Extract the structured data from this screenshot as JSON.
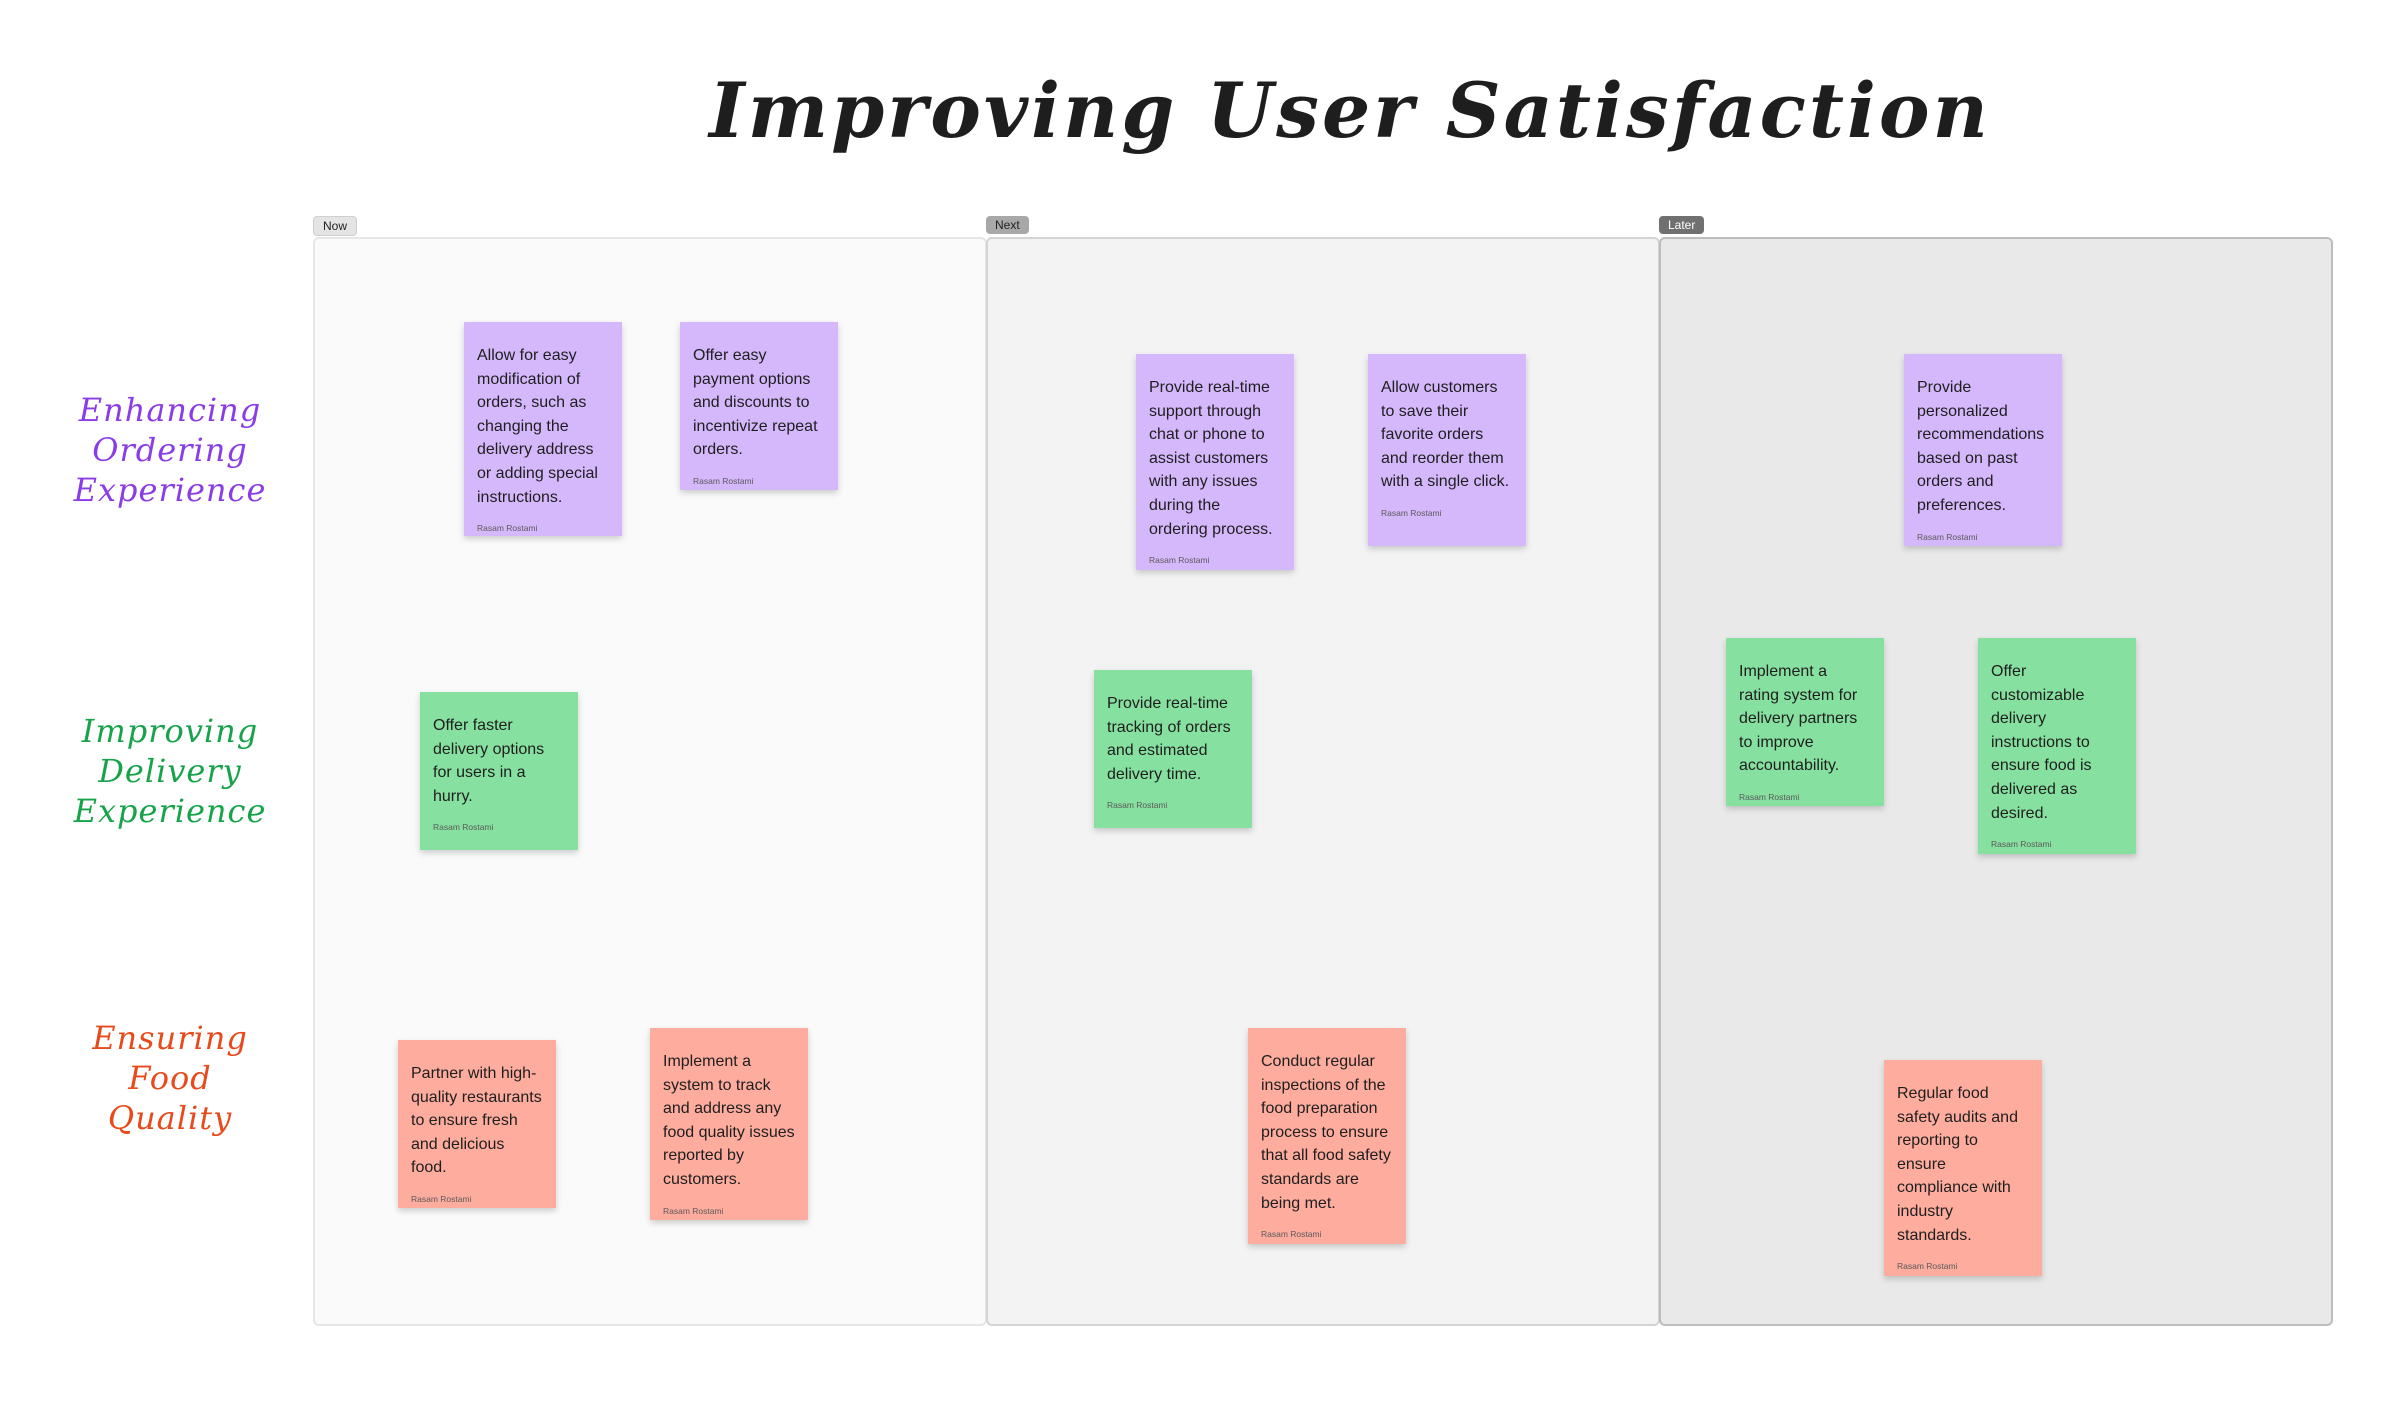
{
  "title": "Improving User Satisfaction",
  "colors": {
    "purple_note": "#d5b8fb",
    "green_note": "#86e0a0",
    "red_note": "#fdac9e",
    "purple_label": "#8a3ce6",
    "green_label": "#17a34a",
    "red_label": "#e84a1c"
  },
  "columns": [
    {
      "tag": "Now"
    },
    {
      "tag": "Next"
    },
    {
      "tag": "Later"
    }
  ],
  "rows": [
    {
      "label_lines": [
        "Enhancing",
        "Ordering",
        "Experience"
      ]
    },
    {
      "label_lines": [
        "Improving",
        "Delivery",
        "Experience"
      ]
    },
    {
      "label_lines": [
        "Ensuring",
        "Food",
        "Quality"
      ]
    }
  ],
  "notes": [
    {
      "text": "Allow for easy modification of orders, such as changing the delivery address or adding special instructions.",
      "author": "Rasam Rostami",
      "color": "purple"
    },
    {
      "text": "Offer easy payment options and discounts to incentivize repeat orders.",
      "author": "Rasam Rostami",
      "color": "purple"
    },
    {
      "text": "Provide real-time support through chat or phone to assist customers with any issues during the ordering process.",
      "author": "Rasam Rostami",
      "color": "purple"
    },
    {
      "text": "Allow customers to save their favorite orders and reorder them with a single click.",
      "author": "Rasam Rostami",
      "color": "purple"
    },
    {
      "text": "Provide personalized recommendations based on past orders and preferences.",
      "author": "Rasam Rostami",
      "color": "purple"
    },
    {
      "text": "Offer faster delivery options for users in a hurry.",
      "author": "Rasam Rostami",
      "color": "green"
    },
    {
      "text": "Provide real-time tracking of orders and estimated delivery time.",
      "author": "Rasam Rostami",
      "color": "green"
    },
    {
      "text": "Implement a rating system for delivery partners to improve accountability.",
      "author": "Rasam Rostami",
      "color": "green"
    },
    {
      "text": "Offer customizable delivery instructions to ensure food is delivered as desired.",
      "author": "Rasam Rostami",
      "color": "green"
    },
    {
      "text": "Partner with high-quality restaurants to ensure fresh and delicious food.",
      "author": "Rasam Rostami",
      "color": "red"
    },
    {
      "text": "Implement a system to track and address any food quality issues reported by customers.",
      "author": "Rasam Rostami",
      "color": "red"
    },
    {
      "text": "Conduct regular inspections of the food preparation process to ensure that all food safety standards are being met.",
      "author": "Rasam Rostami",
      "color": "red"
    },
    {
      "text": "Regular food safety audits and reporting to ensure compliance with industry standards.",
      "author": "Rasam Rostami",
      "color": "red"
    }
  ]
}
